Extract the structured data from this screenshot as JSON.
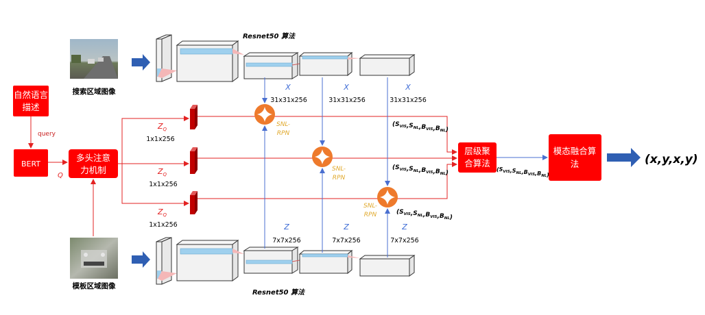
{
  "nodes": {
    "natural_language": "自然语言描述",
    "bert": "BERT",
    "attention": "多头注意力机制",
    "layer_agg": "层级聚合算法",
    "fusion": "模态融合算法",
    "output": "(x,y,x,y)"
  },
  "labels": {
    "query": "query",
    "q": "Q",
    "search_image": "搜索区域图像",
    "template_image": "模板区域图像",
    "resnet_top": "Resnet50 算法",
    "resnet_bottom": "Resnet50 算法",
    "x": "X",
    "z": "Z",
    "zq": "Z",
    "zq_sub": "Q",
    "x_dim": "31x31x256",
    "z_dim": "7x7x256",
    "zq_dim": "1x1x256",
    "snl_rpn": [
      "SNL-",
      "RPN"
    ]
  },
  "score_tuples": [
    {
      "parts": [
        [
          "S",
          "VIS"
        ],
        [
          "S",
          "NL"
        ],
        [
          "B",
          "VIS"
        ],
        [
          "B",
          "NL"
        ]
      ]
    },
    {
      "parts": [
        [
          "S",
          "VIS"
        ],
        [
          "S",
          "NL"
        ],
        [
          "B",
          "VIS"
        ],
        [
          "B",
          "NL"
        ]
      ]
    },
    {
      "parts": [
        [
          "S",
          "VIS"
        ],
        [
          "S",
          "NL"
        ],
        [
          "B",
          "VIS"
        ],
        [
          "B",
          "NL"
        ]
      ]
    },
    {
      "parts": [
        [
          "S",
          "VIS"
        ],
        [
          "S",
          "NL"
        ],
        [
          "B",
          "VIS"
        ],
        [
          "B",
          "NL"
        ]
      ]
    }
  ],
  "colors": {
    "red_box": "#ff0000",
    "line_red": "#e32222",
    "line_blue": "#4a6fd0",
    "orange": "#ee7a2c",
    "label_blue": "#3f6dd6",
    "label_red": "#e32222",
    "label_orange": "#e0a82a",
    "arrow_blue": "#2f5fb3",
    "dark_red_bar": "#c00000"
  }
}
